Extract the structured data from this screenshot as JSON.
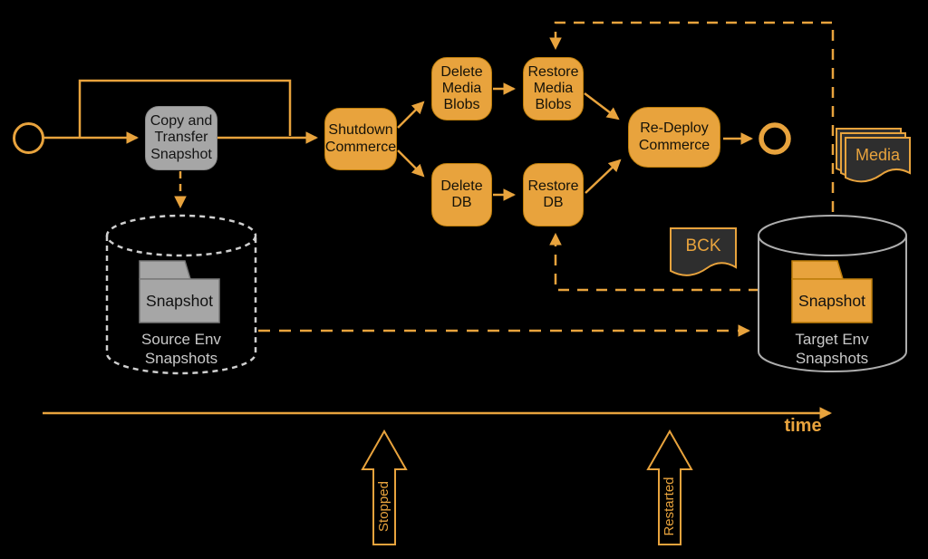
{
  "colors": {
    "accent": "#E8A33D",
    "task_fill": "#E8A33D",
    "task_border": "#BD7D0A",
    "gray_task_fill": "#A6A6A6",
    "document_fill": "#2E2E2E",
    "cylinder_stroke_source": "#CFCFCF",
    "cylinder_stroke_target": "#ADADAD",
    "caption_text": "#C9C9C9",
    "background": "#000000"
  },
  "process": {
    "copy_transfer": "Copy and\nTransfer\nSnapshot",
    "shutdown": "Shutdown\nCommerce",
    "delete_media": "Delete\nMedia\nBlobs",
    "restore_media": "Restore\nMedia\nBlobs",
    "delete_db": "Delete\nDB",
    "restore_db": "Restore\nDB",
    "redeploy": "Re-Deploy\nCommerce"
  },
  "stores": {
    "source": {
      "folder": "Snapshot",
      "caption": "Source Env\nSnapshots"
    },
    "target": {
      "folder": "Snapshot",
      "caption": "Target Env\nSnapshots"
    }
  },
  "documents": {
    "media": "Media",
    "bck": "BCK"
  },
  "timeline": {
    "axis": "time",
    "marker_stopped": "Stopped",
    "marker_restarted": "Restarted"
  }
}
